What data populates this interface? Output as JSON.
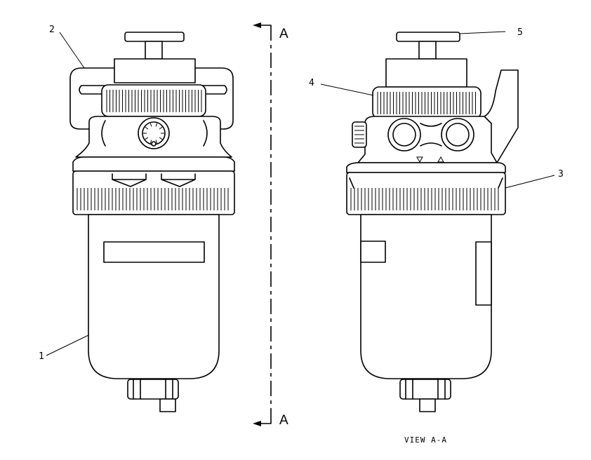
{
  "callouts": [
    "1",
    "2",
    "3",
    "4",
    "5"
  ],
  "section": {
    "marker_top": "A",
    "marker_bottom": "A"
  },
  "view_caption": "VIEW A-A"
}
